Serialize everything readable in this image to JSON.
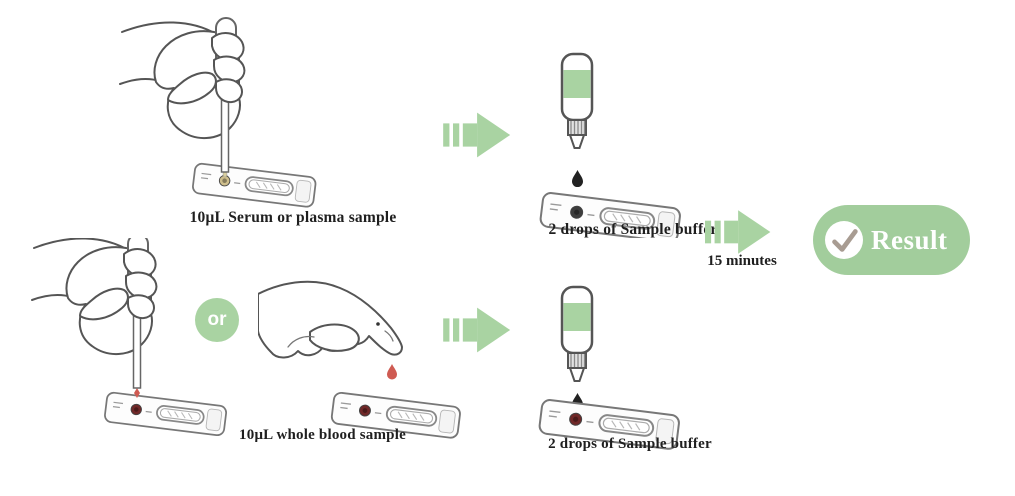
{
  "diagram": {
    "description": "Rapid test procedure: apply sample, add buffer, read result",
    "steps": {
      "serum_sample_label": "10μL Serum or plasma sample",
      "buffer_label_top": "2 drops of Sample buffer",
      "whole_blood_sample_label": "10μL whole blood sample",
      "buffer_label_bottom": "2 drops of Sample buffer",
      "or_label": "or",
      "wait_label": "15 minutes",
      "result_label": "Result"
    },
    "icons": [
      "pipette-hand-icon",
      "test-cassette-icon",
      "block-arrow-icon",
      "dropper-bottle-icon",
      "buffer-drop-icon",
      "blood-drop-icon",
      "finger-prick-icon",
      "or-badge",
      "checkmark-icon",
      "result-badge"
    ]
  },
  "colors": {
    "green": "#a9d3a2",
    "result_pill": "#a2cd9c",
    "blood_red": "#cf5b52",
    "check_gray": "#a89c92",
    "label_text": "#1f1f1f",
    "well_dark": "#3d3d3d",
    "well_blood": "#702828",
    "well_serum": "#cdbd8b"
  }
}
